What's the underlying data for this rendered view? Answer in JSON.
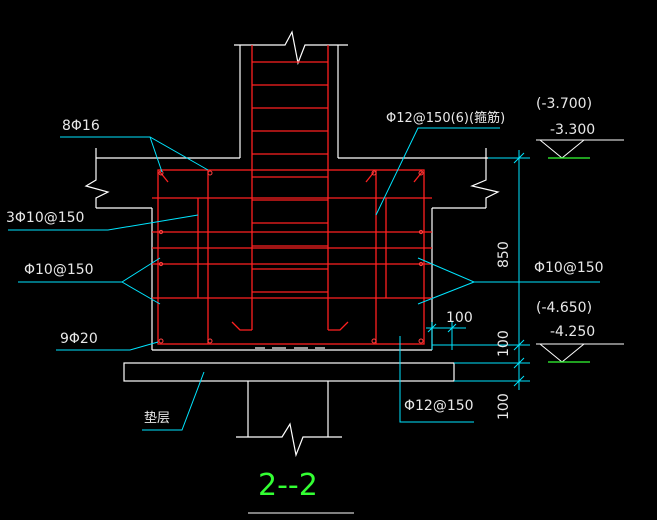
{
  "colors": {
    "background": "#000000",
    "outline": "#ffffff",
    "rebar": "#ff2020",
    "leader": "#00e5ff",
    "label": "#e8e8e8",
    "dimension": "#00e5ff",
    "title": "#33ff33",
    "elevation_mark": "#33ff33"
  },
  "labels": {
    "top_rebar": "8Φ16",
    "stirrup_top": "Φ12@150(6)(箍筋)",
    "side_rebar_left": "3Φ10@150",
    "waist_left": "Φ10@150",
    "waist_right": "Φ10@150",
    "bottom_rebar": "9Φ20",
    "cushion": "垫层",
    "bottom_mesh": "Φ12@150"
  },
  "elevations": {
    "upper_original": "(-3.700)",
    "upper": "-3.300",
    "lower_original": "(-4.650)",
    "lower": "-4.250"
  },
  "dimensions": {
    "beam_depth": "850",
    "cover_horizontal": "100",
    "cushion_offset": "100",
    "cushion_thickness": "100"
  },
  "section_title": "2--2"
}
